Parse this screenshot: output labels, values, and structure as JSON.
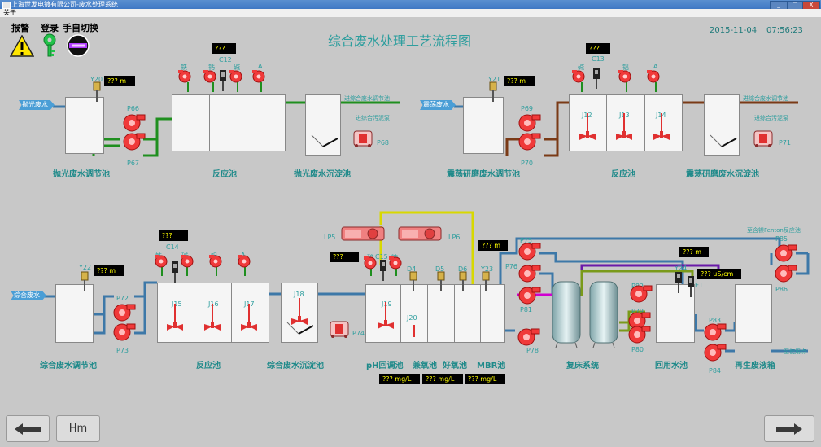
{
  "window": {
    "title": "上海世发电镀有限公司-废水处理系统",
    "menu": "关于",
    "min": "_",
    "max": "□",
    "close": "X"
  },
  "controls": {
    "alarm": "报警",
    "login": "登录",
    "switch": "手自切换"
  },
  "header": {
    "title": "综合废水处理工艺流程图",
    "date": "2015-11-04",
    "time": "07:56:23"
  },
  "placeholder": "???",
  "units": {
    "m": "m",
    "mgl": "mg/L",
    "uscm": "uS/cm"
  },
  "section1": {
    "inflow": "抛光废水",
    "tank_label": "抛光废水调节池",
    "reactor_label": "反应池",
    "settler_label": "抛光废水沉淀池",
    "level_tag": "Y20",
    "pumps": [
      "P66",
      "P67"
    ],
    "reagents": [
      "铁",
      "钙",
      "碱",
      "A"
    ],
    "sensor_tag": "C12",
    "to_comprehensive": "进综合废水调节池",
    "to_sludge": "进综合污泥泵",
    "sludge_pump": "P68"
  },
  "section2": {
    "inflow": "震荡废水",
    "tank_label": "震荡研磨废水调节池",
    "reactor_label": "反应池",
    "settler_label": "震荡研磨废水沉淀池",
    "level_tag": "Y21",
    "pumps": [
      "P69",
      "P70"
    ],
    "reagents": [
      "碱",
      "铝",
      "A"
    ],
    "sensor_tag": "C13",
    "mixers": [
      "J12",
      "J13",
      "J14"
    ],
    "to_comprehensive": "进综合废水调节池",
    "to_sludge": "进综合污泥泵",
    "sludge_pump": "P71"
  },
  "section3": {
    "inflow": "综合废水",
    "tank_label": "综合废水调节池",
    "reactor_label": "反应池",
    "settler_label": "综合废水沉淀池",
    "level_tag": "Y22",
    "pumps": [
      "P72",
      "P73"
    ],
    "reagents": [
      "铁",
      "碱",
      "铝",
      "A"
    ],
    "sensor_tag": "C14",
    "mixers": [
      "J15",
      "J16",
      "J17"
    ],
    "settler_mixer": "J18",
    "sludge_pump": "P74"
  },
  "bio": {
    "lp_pumps": [
      "LP5",
      "LP6"
    ],
    "reagents": [
      "酸",
      "糖"
    ],
    "sensor_tag": "C15",
    "tags": [
      "J19",
      "J20",
      "D4",
      "D5",
      "D6",
      "Y23"
    ],
    "labels": [
      "pH回调池",
      "兼氧池",
      "好氧池",
      "MBR池"
    ]
  },
  "compound": {
    "pumps": [
      "P75",
      "P76",
      "P81",
      "P78"
    ],
    "label": "复床系统",
    "pumps2": [
      "P82",
      "P79",
      "P80"
    ]
  },
  "reuse": {
    "label": "回用水池",
    "tags": [
      "Y24",
      "E1"
    ],
    "pumps": [
      "P83",
      "P84"
    ]
  },
  "regen": {
    "label": "再生废液箱",
    "to_fenton": "至含镍Fenton反应池",
    "to_use": "至使用点",
    "pumps": [
      "P85",
      "P86"
    ]
  },
  "nav": {
    "home": "Hm"
  }
}
